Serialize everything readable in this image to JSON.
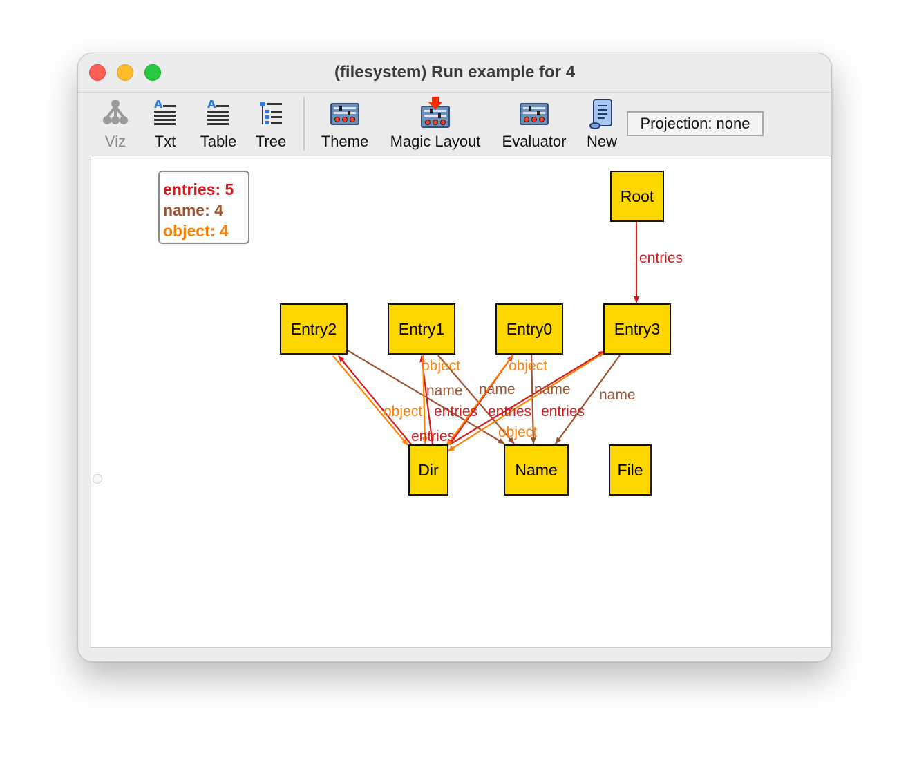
{
  "window": {
    "title": "(filesystem) Run example for 4"
  },
  "toolbar": {
    "buttons": [
      {
        "label": "Viz",
        "icon": "viz-tree-icon",
        "enabled": false
      },
      {
        "label": "Txt",
        "icon": "text-document-icon",
        "enabled": true
      },
      {
        "label": "Table",
        "icon": "table-document-icon",
        "enabled": true
      },
      {
        "label": "Tree",
        "icon": "tree-list-icon",
        "enabled": true
      },
      {
        "label": "Theme",
        "icon": "sliders-icon",
        "enabled": true
      },
      {
        "label": "Magic Layout",
        "icon": "magic-sliders-icon",
        "enabled": true
      },
      {
        "label": "Evaluator",
        "icon": "sliders-icon",
        "enabled": true
      },
      {
        "label": "New",
        "icon": "scroll-icon",
        "enabled": true
      }
    ],
    "projection": "Projection: none"
  },
  "legend": {
    "items": [
      {
        "text": "entries: 5",
        "color": "#d7191c"
      },
      {
        "text": "name: 4",
        "color": "#a0522d"
      },
      {
        "text": "object: 4",
        "color": "#ff8000"
      }
    ]
  },
  "graph": {
    "node_color": "#ffd700",
    "nodes": [
      {
        "id": "Root",
        "label": "Root"
      },
      {
        "id": "Entry2",
        "label": "Entry2"
      },
      {
        "id": "Entry1",
        "label": "Entry1"
      },
      {
        "id": "Entry0",
        "label": "Entry0"
      },
      {
        "id": "Entry3",
        "label": "Entry3"
      },
      {
        "id": "Dir",
        "label": "Dir"
      },
      {
        "id": "Name",
        "label": "Name"
      },
      {
        "id": "File",
        "label": "File"
      }
    ],
    "edges": [
      {
        "from": "Root",
        "to": "Entry3",
        "label": "entries",
        "relation": "entries"
      },
      {
        "from": "Dir",
        "to": "Entry2",
        "label": "entries",
        "relation": "entries"
      },
      {
        "from": "Dir",
        "to": "Entry1",
        "label": "entries",
        "relation": "entries"
      },
      {
        "from": "Dir",
        "to": "Entry0",
        "label": "entries",
        "relation": "entries"
      },
      {
        "from": "Dir",
        "to": "Entry3",
        "label": "entries",
        "relation": "entries"
      },
      {
        "from": "Entry2",
        "to": "Name",
        "label": "name",
        "relation": "name"
      },
      {
        "from": "Entry1",
        "to": "Name",
        "label": "name",
        "relation": "name"
      },
      {
        "from": "Entry0",
        "to": "Name",
        "label": "name",
        "relation": "name"
      },
      {
        "from": "Entry3",
        "to": "Name",
        "label": "name",
        "relation": "name"
      },
      {
        "from": "Entry2",
        "to": "Dir",
        "label": "object",
        "relation": "object"
      },
      {
        "from": "Entry1",
        "to": "Dir",
        "label": "object",
        "relation": "object"
      },
      {
        "from": "Entry0",
        "to": "Dir",
        "label": "object",
        "relation": "object"
      },
      {
        "from": "Entry3",
        "to": "Dir",
        "label": "object",
        "relation": "object"
      }
    ],
    "relation_colors": {
      "entries": "#d7191c",
      "name": "#a0522d",
      "object": "#ff8000"
    }
  }
}
